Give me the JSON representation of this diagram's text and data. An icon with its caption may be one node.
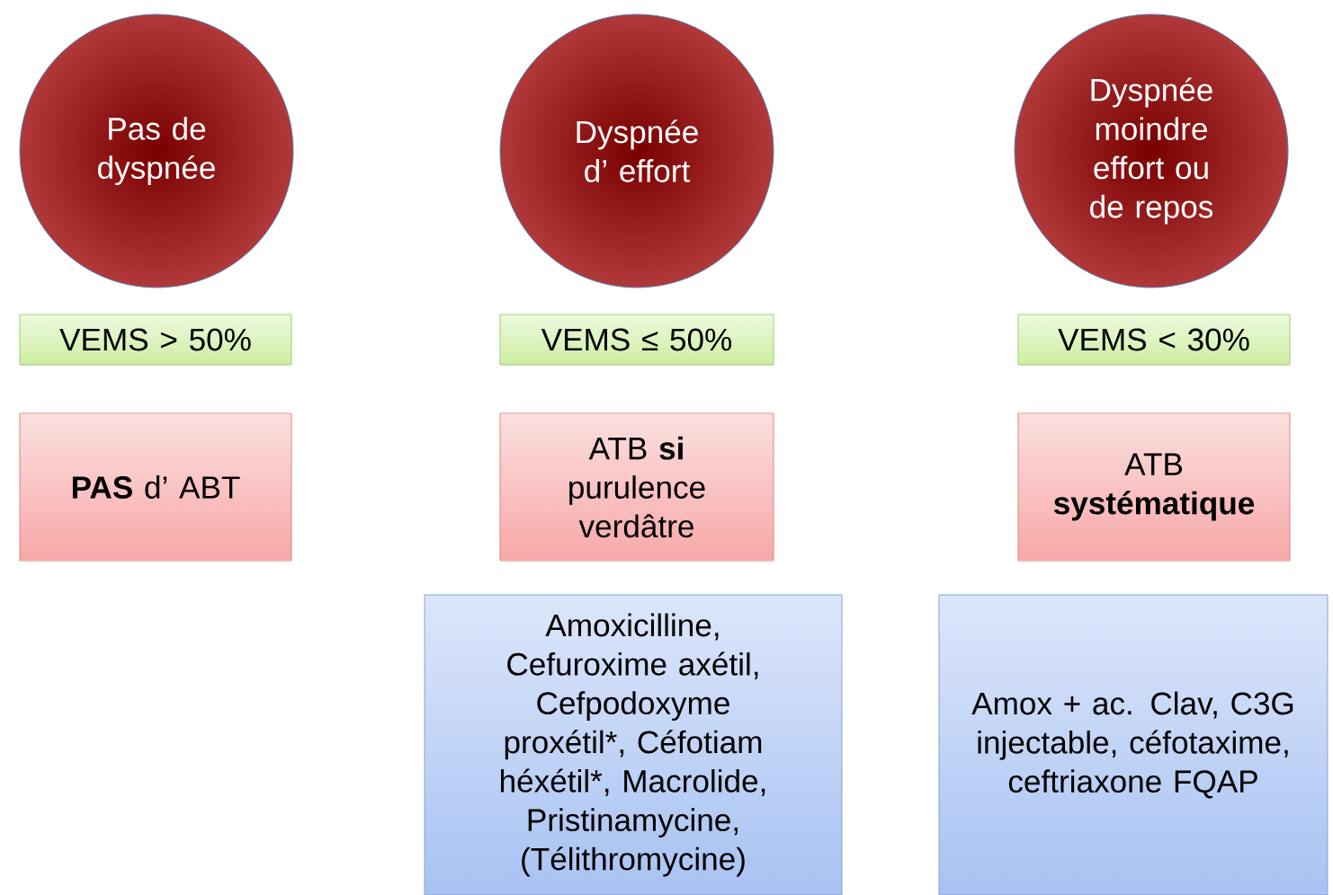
{
  "diagram": {
    "nodes": [
      {
        "text": [
          "Pas de dyspnée"
        ]
      },
      {
        "text": [
          "Dyspnée d’ effort"
        ]
      },
      {
        "text": [
          "Dyspnée moindre effort ou de repos"
        ]
      },
      {
        "text": [
          "VEMS > 50%"
        ]
      },
      {
        "text": [
          "VEMS ≤ 50%"
        ]
      },
      {
        "text": [
          "VEMS < 30%"
        ]
      },
      {
        "text": [
          "**PAS** d’ ABT"
        ]
      },
      {
        "text": [
          "ATB **si** purulence verdâtre"
        ]
      },
      {
        "text": [
          "ATB **systématique**"
        ]
      },
      {
        "text": [
          "Amoxicilline, Cefuroxime axétil, Cefpodoxyme proxétil*, Céfotiam héxétil*, Macrolide, Pristinamycine, (Télithromycine)"
        ]
      },
      {
        "text": [
          "Amox + ac. Clav, C3G injectable, céfotaxime, ceftriaxone FQAP"
        ]
      }
    ]
  }
}
